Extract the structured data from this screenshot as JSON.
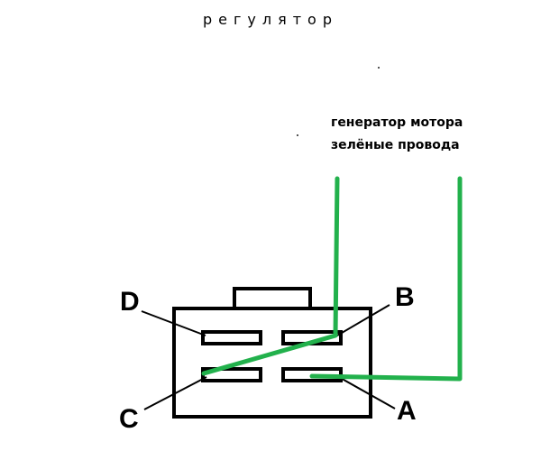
{
  "title": "регулятор",
  "caption": {
    "line1": "генератор мотора",
    "line2": "зелёные провода"
  },
  "pins": {
    "a": "A",
    "b": "B",
    "c": "C",
    "d": "D"
  },
  "colors": {
    "wire": "#22b14c",
    "outline": "#000000"
  }
}
